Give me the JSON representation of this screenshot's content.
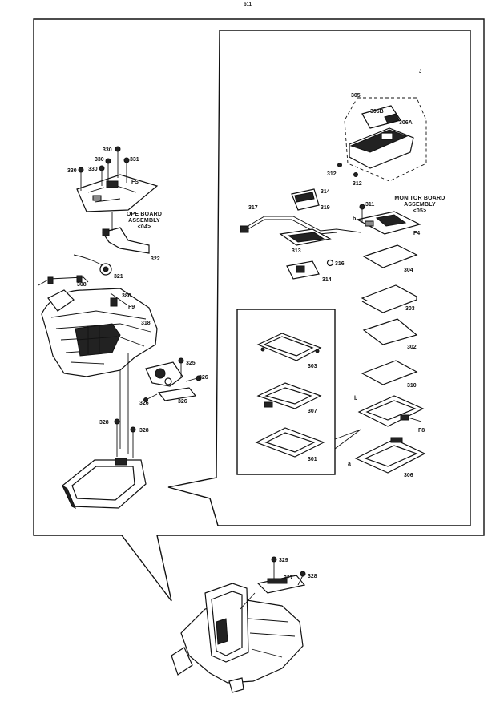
{
  "page": {
    "top_code": "b11",
    "corner_mark": "J"
  },
  "assemblies": {
    "ope_board": {
      "line1": "OPE BOARD",
      "line2": "ASSEMBLY",
      "line3": "<04>"
    },
    "monitor_board": {
      "line1": "MONITOR BOARD",
      "line2": "ASSEMBLY",
      "line3": "<05>"
    }
  },
  "callouts": {
    "c330a": "330",
    "c330b": "330",
    "c330c": "330",
    "c331": "331",
    "c330d": "330",
    "fs1": "FS",
    "c322": "322",
    "c321": "321",
    "c308": "308",
    "c380": "380",
    "f9": "F9",
    "c318": "318",
    "c325": "325",
    "c326a": "326",
    "c326b": "326",
    "c326c": "326",
    "c328a": "328",
    "c328b": "328",
    "c305": "305",
    "c306b": "306B",
    "c306a": "306A",
    "c312a": "312",
    "c312b": "312",
    "c314": "314",
    "c317": "317",
    "c319": "319",
    "c311": "311",
    "f4": "F4",
    "c313": "313",
    "c316": "316",
    "c314b": "314",
    "c304": "304",
    "c303": "303",
    "c302": "302",
    "c310": "310",
    "c303b": "303",
    "c307": "307",
    "c301": "301",
    "lb": "b",
    "lb2": "b",
    "f8": "F8",
    "la": "a",
    "c306": "306",
    "c329": "329",
    "c327": "327",
    "c328c": "328"
  },
  "colors": {
    "ink": "#111111",
    "paper": "#ffffff"
  }
}
